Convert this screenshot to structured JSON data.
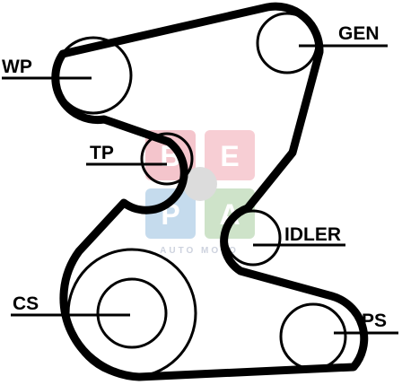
{
  "labels": {
    "gen": "GEN",
    "wp": "WP",
    "tp": "TP",
    "idler": "IDLER",
    "cs": "CS",
    "ps": "PS"
  },
  "watermark": {
    "letters": [
      "B",
      "E",
      "P",
      "A"
    ],
    "subtext": "AUTO MOTO",
    "colors": {
      "b": "#f3bcc4",
      "e": "#f6c6cd",
      "p": "#bcd5ea",
      "a": "#c6dfc0",
      "center": "#d6d6d6",
      "subtext": "#c5cbd9"
    }
  },
  "colors": {
    "belt": "#000000",
    "pulley_stroke": "#000000",
    "label": "#000000",
    "background": "#ffffff"
  }
}
